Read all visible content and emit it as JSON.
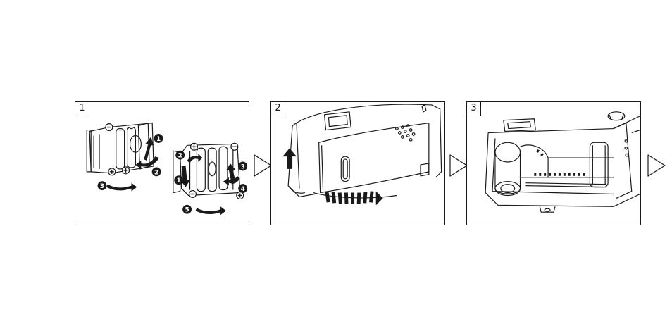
{
  "steps": [
    {
      "number": "1"
    },
    {
      "number": "2"
    },
    {
      "number": "3"
    }
  ],
  "step1_badges": [
    "1",
    "2",
    "3",
    "2",
    "1",
    "3",
    "4",
    "5"
  ],
  "icons": {
    "next": "triangle-right-outline-icon",
    "pole_plus": "plus-circle-icon",
    "pole_minus": "minus-circle-icon"
  },
  "colors": {
    "line": "#1a1a1a",
    "background": "#ffffff"
  }
}
